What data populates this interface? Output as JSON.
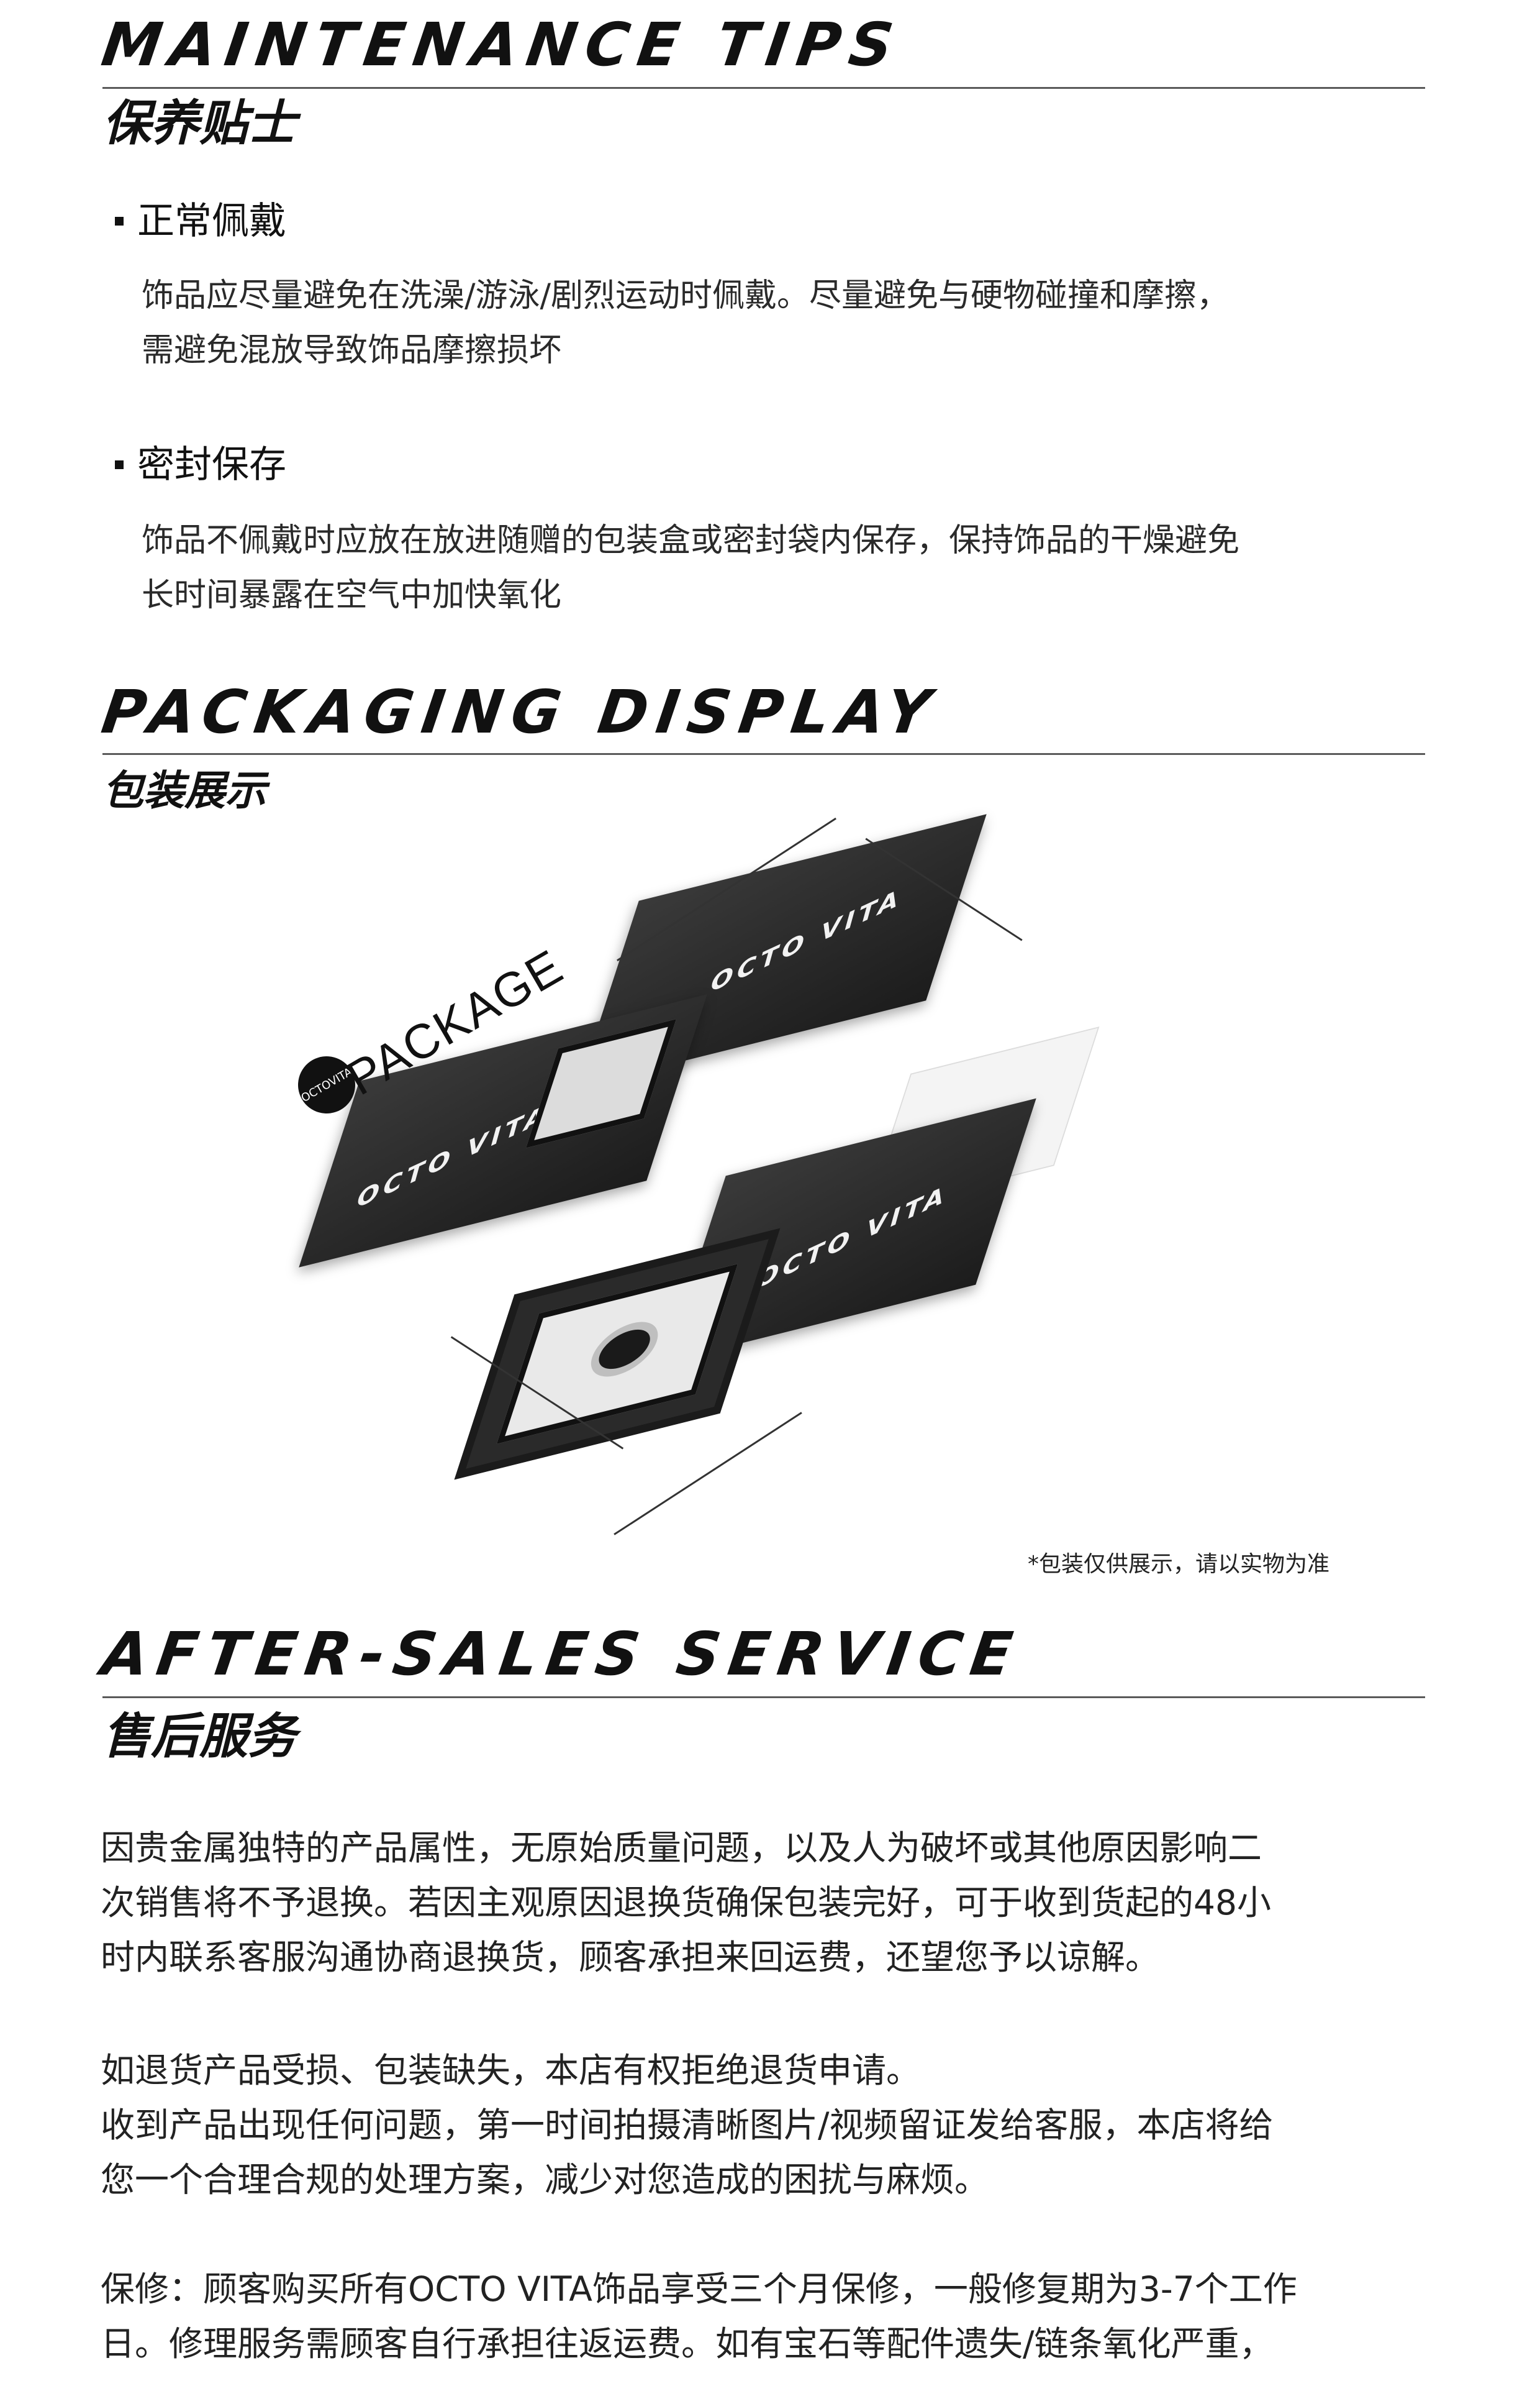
{
  "maintenance": {
    "title": "MAINTENANCE TIPS",
    "subtitle": "保养贴士",
    "tips": [
      {
        "heading": "正常佩戴",
        "lines": [
          "饰品应尽量避免在洗澡/游泳/剧烈运动时佩戴。尽量避免与硬物碰撞和摩擦，",
          "需避免混放导致饰品摩擦损坏"
        ]
      },
      {
        "heading": "密封保存",
        "lines": [
          "饰品不佩戴时应放在放进随赠的包装盒或密封袋内保存，保持饰品的干燥避免",
          "长时间暴露在空气中加快氧化"
        ]
      }
    ]
  },
  "packaging": {
    "title": "PACKAGING DISPLAY",
    "subtitle": "包装展示",
    "box_brand": "OCTO VITA",
    "package_word": "PACKAGE",
    "badge": "OCTOVITA",
    "note": "*包装仅供展示，请以实物为准"
  },
  "after_sales": {
    "title": "AFTER-SALES SERVICE",
    "subtitle": "售后服务",
    "paragraphs": [
      [
        "因贵金属独特的产品属性，无原始质量问题，以及人为破坏或其他原因影响二",
        "次销售将不予退换。若因主观原因退换货确保包装完好，可于收到货起的48小",
        "时内联系客服沟通协商退换货，顾客承担来回运费，还望您予以谅解。"
      ],
      [
        "如退货产品受损、包装缺失，本店有权拒绝退货申请。",
        "收到产品出现任何问题，第一时间拍摄清晰图片/视频留证发给客服，本店将给",
        "您一个合理合规的处理方案，减少对您造成的困扰与麻烦。"
      ],
      [
        "保修：顾客购买所有OCTO VITA饰品享受三个月保修，一般修复期为3-7个工作",
        "日。修理服务需顾客自行承担往返运费。如有宝石等配件遗失/链条氧化严重，"
      ]
    ]
  }
}
